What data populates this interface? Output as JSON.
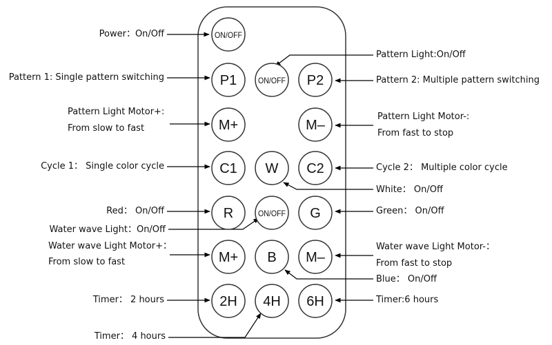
{
  "buttons": {
    "power": "ON/OFF",
    "p1": "P1",
    "pattern_light": "ON/OFF",
    "p2": "P2",
    "pattern_motor_plus": "M+",
    "pattern_motor_minus": "M–",
    "c1": "C1",
    "w": "W",
    "c2": "C2",
    "r": "R",
    "water_wave_light": "ON/OFF",
    "g": "G",
    "water_motor_plus": "M+",
    "b": "B",
    "water_motor_minus": "M–",
    "h2": "2H",
    "h4": "4H",
    "h6": "6H"
  },
  "labels": {
    "power": "Power：On/Off",
    "pattern1": "Pattern 1: Single pattern switching",
    "pattern_motor_plus_1": "Pattern Light Motor+:",
    "pattern_motor_plus_2": "From slow to fast",
    "cycle1": "Cycle 1： Single color cycle",
    "red": "Red： On/Off",
    "water_wave_light": "Water wave Light：On/Off",
    "water_motor_plus_1": "Water wave Light Motor+：",
    "water_motor_plus_2": "From slow to fast",
    "timer2": "Timer： 2 hours",
    "timer4": "Timer： 4 hours",
    "pattern_light": "Pattern Light:On/Off",
    "pattern2": "Pattern 2: Multiple pattern switching",
    "pattern_motor_minus_1": "Pattern Light Motor-:",
    "pattern_motor_minus_2": "From fast to stop",
    "cycle2": "Cycle 2： Multiple color cycle",
    "white": "White： On/Off",
    "green": "Green： On/Off",
    "water_motor_minus_1": "Water wave Light Motor-：",
    "water_motor_minus_2": "From fast to stop",
    "blue": "Blue： On/Off",
    "timer6": "Timer:6 hours"
  }
}
